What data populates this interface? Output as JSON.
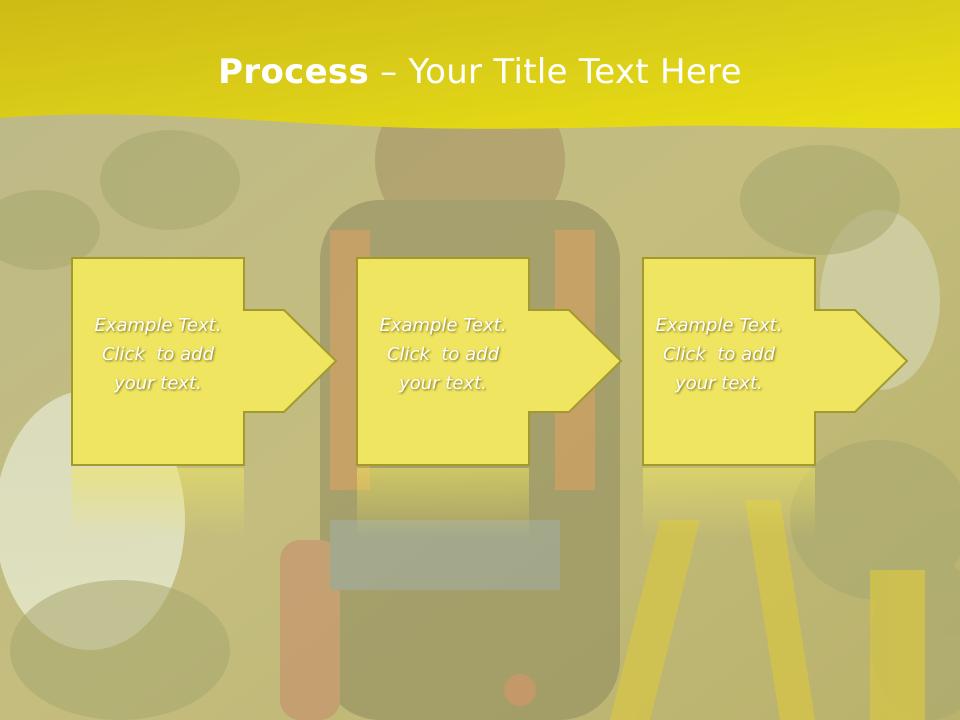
{
  "title": {
    "bold": "Process",
    "dash": "–",
    "rest": "Your Title Text Here"
  },
  "steps": [
    {
      "line1": "Example Text.",
      "line2": "Click  to add",
      "line3": "your text."
    },
    {
      "line1": "Example Text.",
      "line2": "Click  to add",
      "line3": "your text."
    },
    {
      "line1": "Example Text.",
      "line2": "Click  to add",
      "line3": "your text."
    }
  ],
  "colors": {
    "title_band": "#e3d51a",
    "box_fill": "#efe560",
    "box_border": "#a39a2c",
    "background_tint": "#c9c27a"
  }
}
